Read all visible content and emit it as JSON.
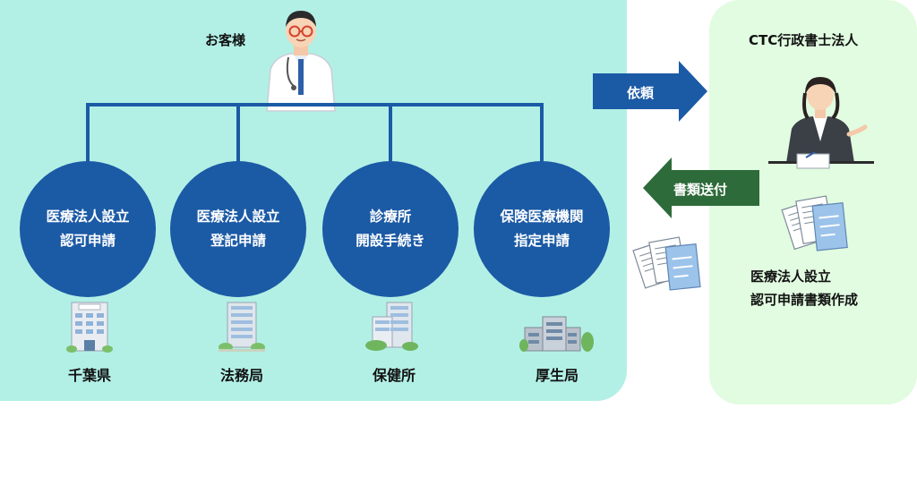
{
  "customer": {
    "label": "お客様",
    "icon": "doctor-icon"
  },
  "firm": {
    "label": "CTC行政書士法人",
    "icon": "staff-woman-icon"
  },
  "flows": {
    "request": {
      "label": "依頼",
      "color": "#1b5aa5"
    },
    "send_docs": {
      "label": "書類送付",
      "color": "#2e6b3a"
    }
  },
  "procedures": [
    {
      "line1": "医療法人設立",
      "line2": "認可申請",
      "office": "千葉県",
      "icon": "prefecture-building-icon"
    },
    {
      "line1": "医療法人設立",
      "line2": "登記申請",
      "office": "法務局",
      "icon": "legal-affairs-building-icon"
    },
    {
      "line1": "診療所",
      "line2": "開設手続き",
      "office": "保健所",
      "icon": "health-center-building-icon"
    },
    {
      "line1": "保険医療機関",
      "line2": "指定申請",
      "office": "厚生局",
      "icon": "welfare-bureau-building-icon"
    }
  ],
  "firm_work": {
    "line1": "医療法人設立",
    "line2": "認可申請書類作成"
  },
  "colors": {
    "left_panel": "#b2f0e6",
    "right_panel": "#e1fce0",
    "circle": "#1b5aa5"
  }
}
